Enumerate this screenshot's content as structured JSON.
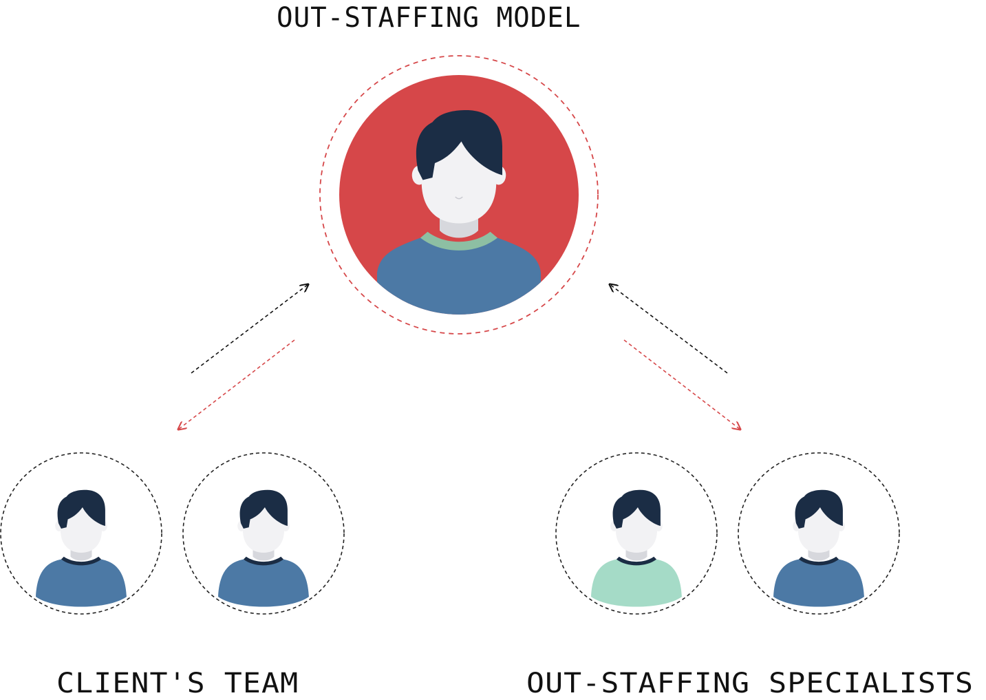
{
  "title": "OUT-STAFFING MODEL",
  "groups": {
    "client_team": {
      "label": "CLIENT'S TEAM"
    },
    "specialists": {
      "label": "OUT-STAFFING SPECIALISTS"
    }
  },
  "colors": {
    "main_circle": "#d64749",
    "main_ring": "#d64749",
    "hair": "#1b2d45",
    "skin": "#f2f2f4",
    "skin_shadow": "#d7d8dd",
    "shirt_blue": "#4c79a5",
    "shirt_mint": "#a5dbc7",
    "collar_green": "#8dbfa3",
    "collar_dark": "#1b2d45",
    "arrow_black": "#111111",
    "arrow_red": "#d64749"
  },
  "icons": {
    "manager": "person-avatar-icon",
    "team_member": "person-avatar-icon",
    "specialist": "person-avatar-icon"
  }
}
